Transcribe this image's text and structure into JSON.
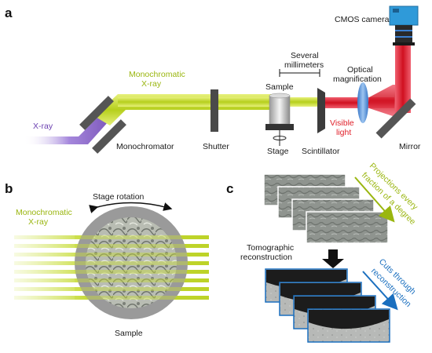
{
  "panels": {
    "a": "a",
    "b": "b",
    "c": "c"
  },
  "panel_a": {
    "cmos_camera": "CMOS camera",
    "several_line1": "Several",
    "several_line2": "millimeters",
    "optical_line1": "Optical",
    "optical_line2": "magnification",
    "mono_line1": "Monochromatic",
    "mono_line2": "X-ray",
    "sample": "Sample",
    "xray": "X-ray",
    "visible_line1": "Visible",
    "visible_line2": "light",
    "monochromator": "Monochromator",
    "shutter": "Shutter",
    "stage": "Stage",
    "scintillator": "Scintillator",
    "mirror": "Mirror"
  },
  "panel_b": {
    "stage_rotation": "Stage rotation",
    "mono_line1": "Monochromatic",
    "mono_line2": "X-ray",
    "sample": "Sample"
  },
  "panel_c": {
    "tomo_line1": "Tomographic",
    "tomo_line2": "reconstruction",
    "proj_line1": "Projections every",
    "proj_line2": "fraction of a degree",
    "cuts_line1": "Cuts through",
    "cuts_line2": "reconstruction"
  },
  "colors": {
    "xray_purple": "#7b4fc4",
    "mono_green": "#c8dc3c",
    "visible_red": "#e0202a",
    "label_green": "#9ab60f",
    "label_blue": "#1a6fbf",
    "camera_blue": "#2f9ad9"
  }
}
